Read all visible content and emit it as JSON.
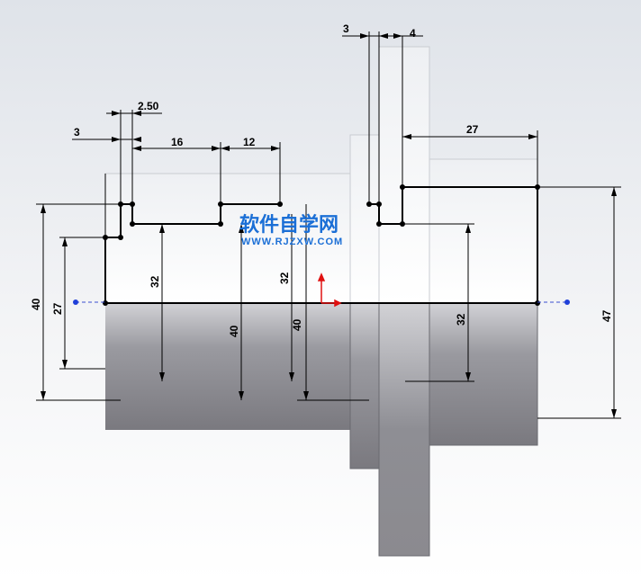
{
  "dimensions": {
    "top_left_3": "3",
    "top_2_50": "2.50",
    "top_16": "16",
    "top_12": "12",
    "top_right_3": "3",
    "top_right_4": "4",
    "right_27": "27",
    "left_40": "40",
    "left_27": "27",
    "mid_32_a": "32",
    "mid_40_a": "40",
    "mid_32_b": "32",
    "mid_40_b": "40",
    "right_32": "32",
    "right_47": "47"
  },
  "watermark": {
    "chinese": "软件自学网",
    "url": "WWW.RJZXW.COM"
  },
  "colors": {
    "background_top": "#dfe3e9",
    "part_upper": "#ffffff",
    "part_lower": "#8a8a8f",
    "sketch_line": "#000000",
    "dim_line": "#000000",
    "centerline_point": "#1f3fd9",
    "origin_arrow": "#e01010",
    "watermark": "#1b6fd6"
  }
}
